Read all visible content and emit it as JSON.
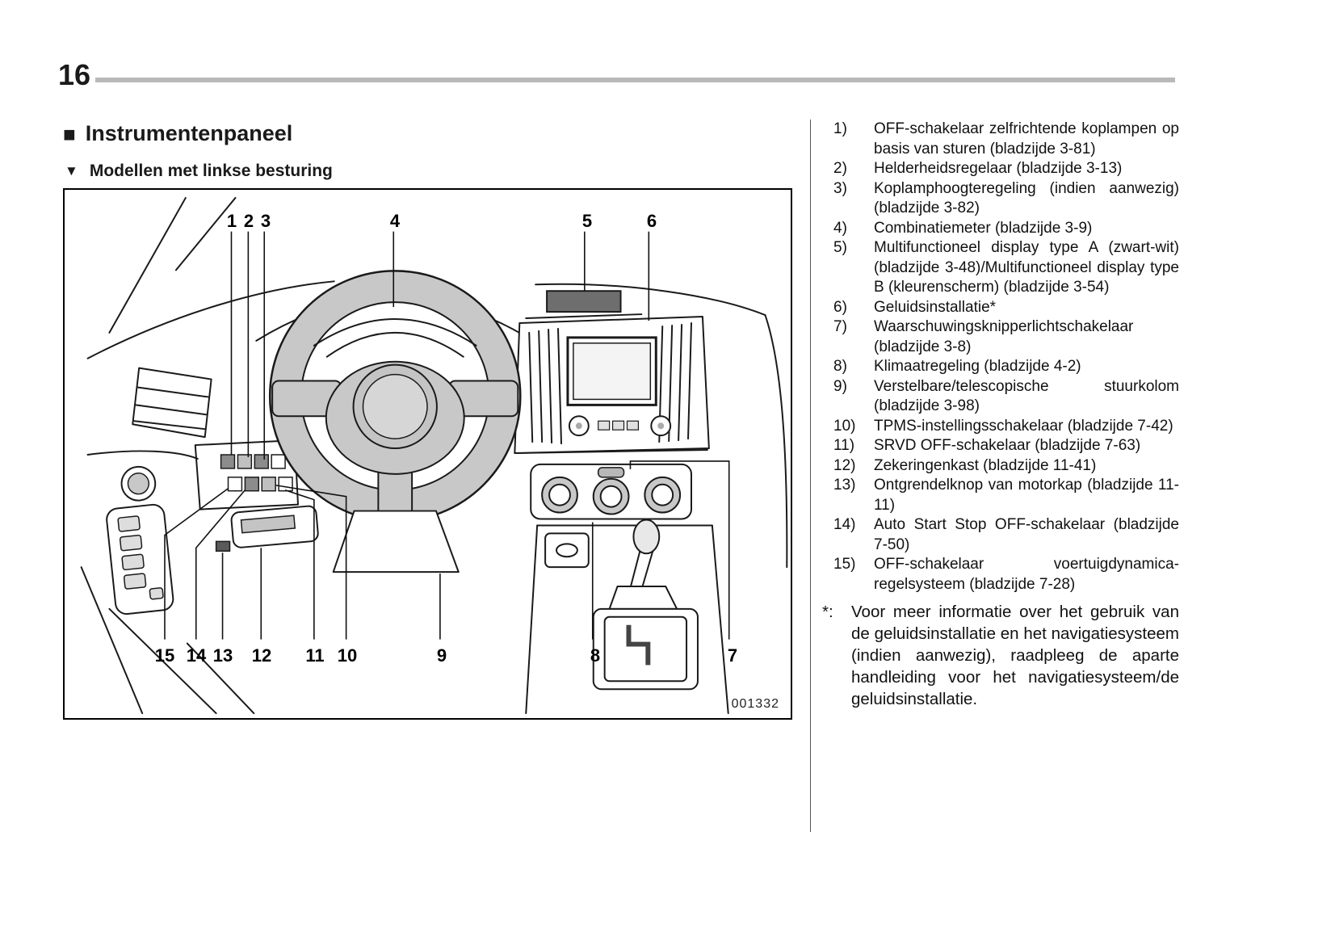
{
  "page": {
    "number": "16"
  },
  "markers": {
    "square": "■",
    "triangle": "▼"
  },
  "headings": {
    "title": "Instrumentenpaneel",
    "subtitle": "Modellen met linkse besturing"
  },
  "diagram": {
    "code": "001332",
    "top_labels": [
      "1",
      "2",
      "3",
      "4",
      "5",
      "6"
    ],
    "bottom_labels": [
      "15",
      "14",
      "13",
      "12",
      "11",
      "10",
      "9",
      "8",
      "7"
    ]
  },
  "legend": {
    "items": [
      {
        "num": "1)",
        "text": "OFF-schakelaar zelfrichtende koplampen op basis van sturen (bladzijde 3-81)"
      },
      {
        "num": "2)",
        "text": "Helderheidsregelaar (bladzijde 3-13)"
      },
      {
        "num": "3)",
        "text": "Koplamphoogteregeling (indien aanwezig) (bladzijde 3-82)"
      },
      {
        "num": "4)",
        "text": "Combinatiemeter (bladzijde 3-9)"
      },
      {
        "num": "5)",
        "text": "Multifunctioneel display type A (zwart-wit) (bladzijde 3-48)/Multifunctioneel display type B (kleurenscherm) (bladzijde 3-54)"
      },
      {
        "num": "6)",
        "text": "Geluidsinstallatie*"
      },
      {
        "num": "7)",
        "text": "Waarschuwingsknipperlichtschakelaar (bladzijde 3-8)"
      },
      {
        "num": "8)",
        "text": "Klimaatregeling (bladzijde 4-2)"
      },
      {
        "num": "9)",
        "text": "Verstelbare/telescopische stuurkolom (bladzijde 3-98)"
      },
      {
        "num": "10)",
        "text": "TPMS-instellingsschakelaar (bladzijde 7-42)"
      },
      {
        "num": "11)",
        "text": "SRVD OFF-schakelaar (bladzijde 7-63)"
      },
      {
        "num": "12)",
        "text": "Zekeringenkast (bladzijde 11-41)"
      },
      {
        "num": "13)",
        "text": "Ontgrendelknop van motorkap (bladzijde 11-11)"
      },
      {
        "num": "14)",
        "text": "Auto Start Stop OFF-schakelaar (bladzijde 7-50)"
      },
      {
        "num": "15)",
        "text": "OFF-schakelaar voertuigdynamica-regelsysteem (bladzijde 7-28)"
      }
    ],
    "footnote": {
      "marker": "*:",
      "text": "Voor meer informatie over het gebruik van de geluidsinstallatie en het navigatiesysteem (indien aanwezig), raadpleeg de aparte handleiding voor het navigatiesysteem/de geluidsinstallatie."
    }
  }
}
